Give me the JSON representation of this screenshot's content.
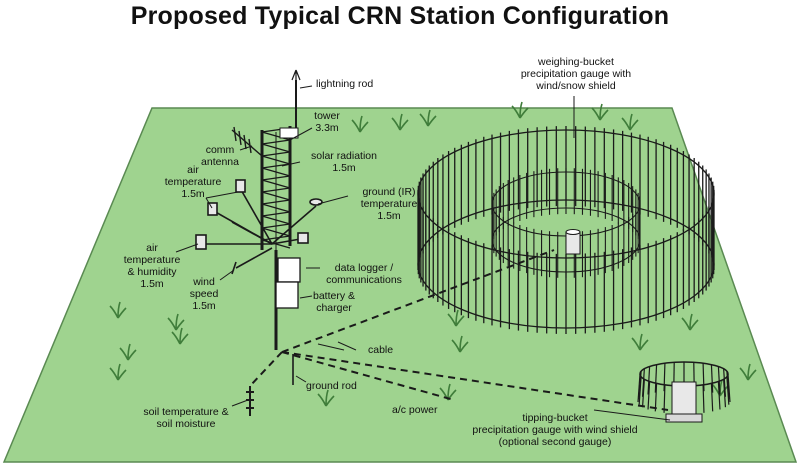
{
  "title": "Proposed Typical CRN Station Configuration",
  "colors": {
    "ground": "#9fd38f",
    "ground_edge": "#5a8a52",
    "ink": "#1a1a1a",
    "grass": "#3f7d3a"
  },
  "labels": {
    "lightning_rod": "lightning rod",
    "tower": "tower\n3.3m",
    "comm_antenna": "comm\nantenna",
    "solar_radiation": "solar radiation\n1.5m",
    "ground_ir": "ground (IR)\ntemperature\n1.5m",
    "air_temp": "air\ntemperature\n1.5m",
    "air_temp_humidity": "air\ntemperature\n& humidity\n1.5m",
    "wind_speed": "wind\nspeed\n1.5m",
    "data_logger": "data logger /\ncommunications",
    "battery": "battery &\ncharger",
    "cable": "cable",
    "ground_rod": "ground rod",
    "soil": "soil temperature &\nsoil moisture",
    "ac_power": "a/c power",
    "weighing_bucket": "weighing-bucket\nprecipitation gauge with\nwind/snow shield",
    "tipping_bucket": "tipping-bucket\nprecipitation gauge with wind shield\n(optional second gauge)"
  }
}
